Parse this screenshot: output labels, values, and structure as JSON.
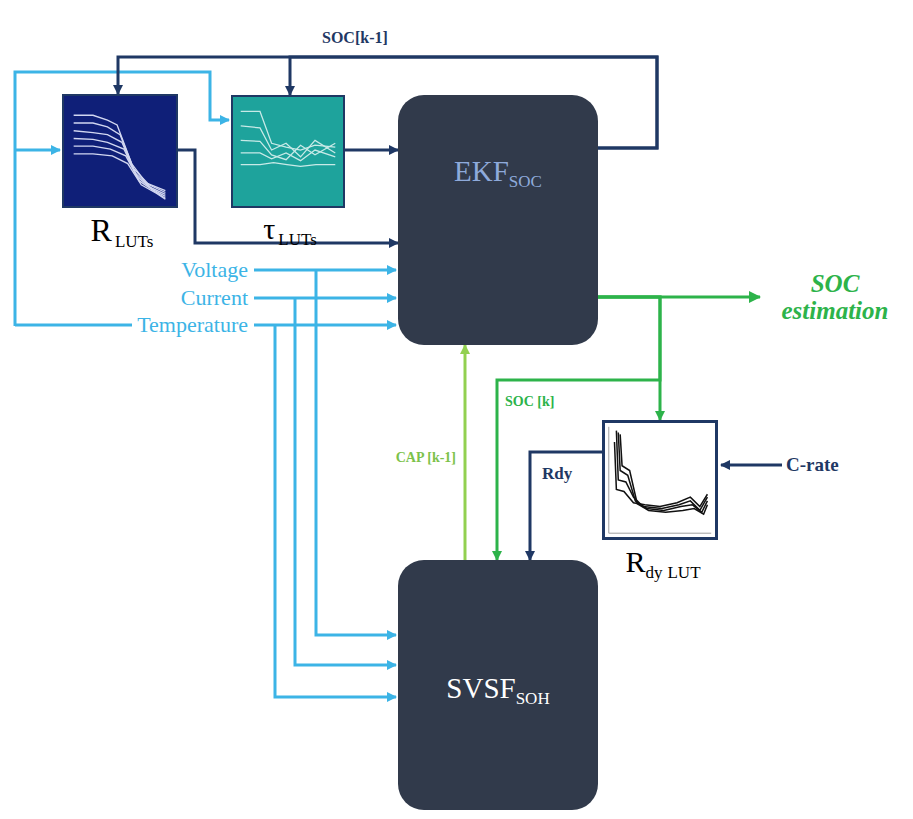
{
  "diagram": {
    "nodes": [
      {
        "text": [
          "R",
          "LUTs"
        ]
      },
      {
        "text": [
          "τ",
          "LUTs"
        ]
      },
      {
        "text": [
          "EKF",
          "SOC"
        ]
      },
      {
        "text": [
          "SVSF",
          "SOH"
        ]
      },
      {
        "text": [
          "R",
          "dy",
          "LUT"
        ]
      }
    ],
    "edges": [
      {
        "from": 2,
        "to": 0,
        "arrow": "to",
        "label": "SOC[k-1]"
      },
      {
        "from": 2,
        "to": 1,
        "arrow": "to"
      },
      {
        "from": 0,
        "to": 2,
        "arrow": "to"
      },
      {
        "from": 1,
        "to": 2,
        "arrow": "to"
      },
      {
        "from": 3,
        "to": 2,
        "arrow": "to",
        "label": "CAP [k-1]"
      },
      {
        "from": 2,
        "to": 3,
        "arrow": "to",
        "label": "SOC [k]"
      },
      {
        "from": 2,
        "to": 4,
        "arrow": "to"
      },
      {
        "from": 4,
        "to": 3,
        "arrow": "to",
        "label": "Rdy"
      }
    ],
    "labels": [
      "Voltage",
      "Current",
      "Temperature",
      "SOC estimation",
      "C-rate"
    ]
  }
}
